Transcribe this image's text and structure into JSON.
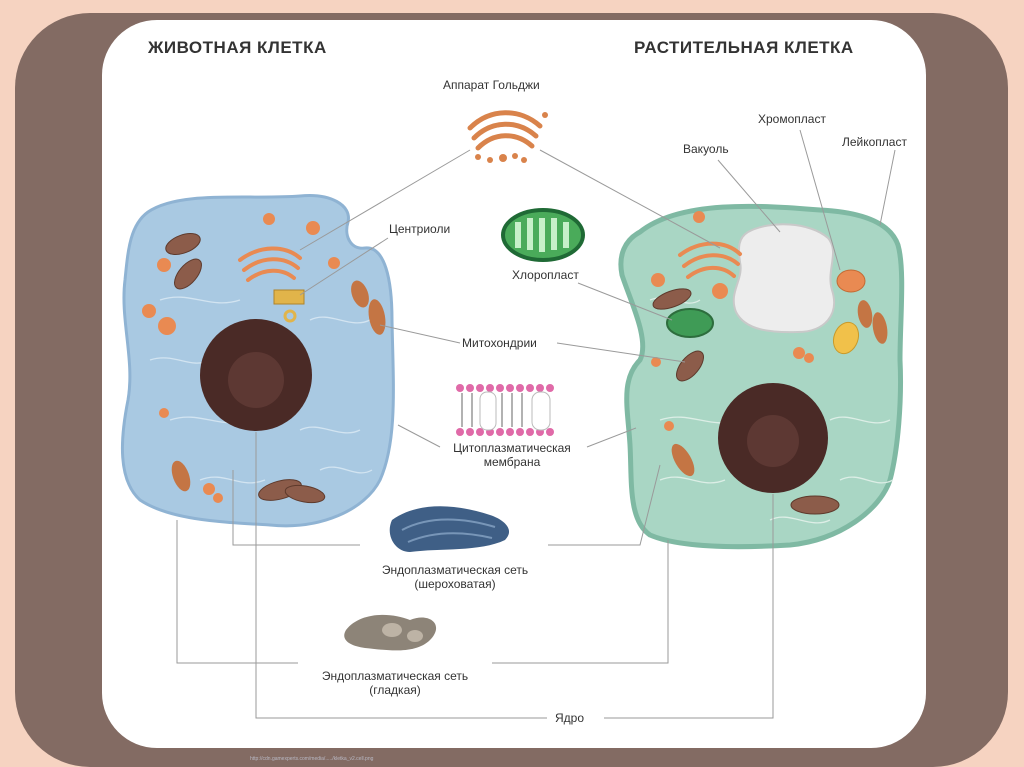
{
  "titles": {
    "animal": "ЖИВОТНАЯ КЛЕТКА",
    "plant": "РАСТИТЕЛЬНАЯ КЛЕТКА"
  },
  "labels": {
    "golgi": "Аппарат Гольджи",
    "chromoplast": "Хромопласт",
    "vacuole": "Вакуоль",
    "leucoplast": "Лейкопласт",
    "centrioles": "Центриоли",
    "chloroplast": "Хлоропласт",
    "mitochondria": "Митохондрии",
    "membrane_line1": "Цитоплазматическая",
    "membrane_line2": "мембрана",
    "er_rough_line1": "Эндоплазматическая сеть",
    "er_rough_line2": "(шероховатая)",
    "er_smooth_line1": "Эндоплазматическая сеть",
    "er_smooth_line2": "(гладкая)",
    "nucleus": "Ядро"
  },
  "source_url": "http://cdn.gamexperts.com/media/...../kletka_v2.cell.png",
  "colors": {
    "slide_bg": "#f6d3c1",
    "frame": "#836b63",
    "panel": "#ffffff",
    "animal_cell": "#a9c9e2",
    "plant_cell": "#a9d6c4",
    "nucleus": "#4a2a26",
    "organelle_orange": "#e98a52"
  }
}
